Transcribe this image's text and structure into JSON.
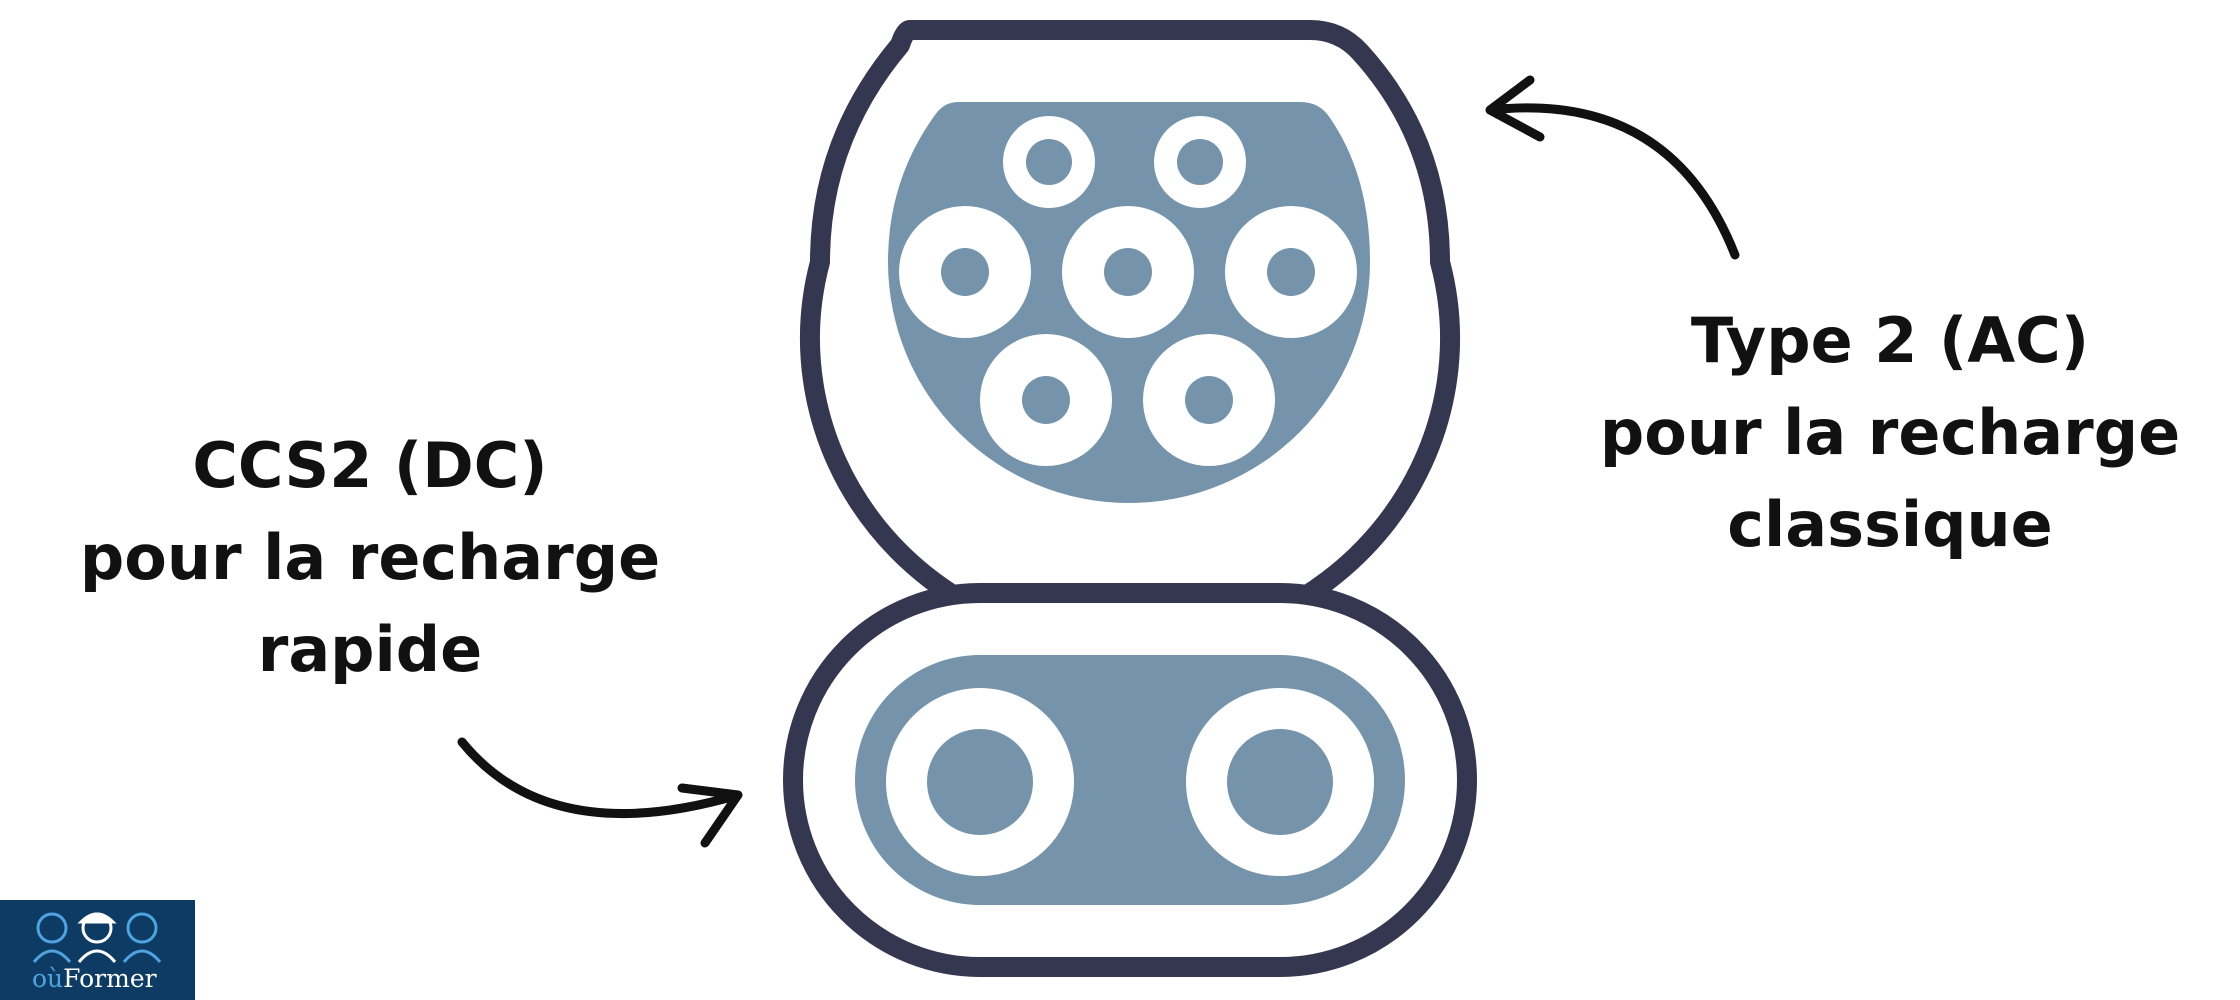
{
  "colors": {
    "outline": "#35364f",
    "fill": "#7593ab",
    "pin": "#ffffff",
    "arrow": "#111111",
    "logo_bg": "#0d3b63",
    "logo_accent": "#4ea3e0"
  },
  "labels": {
    "dc": {
      "line1": "CCS2 (DC)",
      "line2": "pour la recharge",
      "line3": "rapide"
    },
    "ac": {
      "line1": "Type 2 (AC)",
      "line2": "pour la recharge",
      "line3": "classique"
    }
  },
  "logo": {
    "prefix": "où",
    "name": "Former"
  },
  "icons": [
    "type2-connector-icon",
    "ccs2-dc-connector-icon",
    "curved-arrow-icon"
  ]
}
